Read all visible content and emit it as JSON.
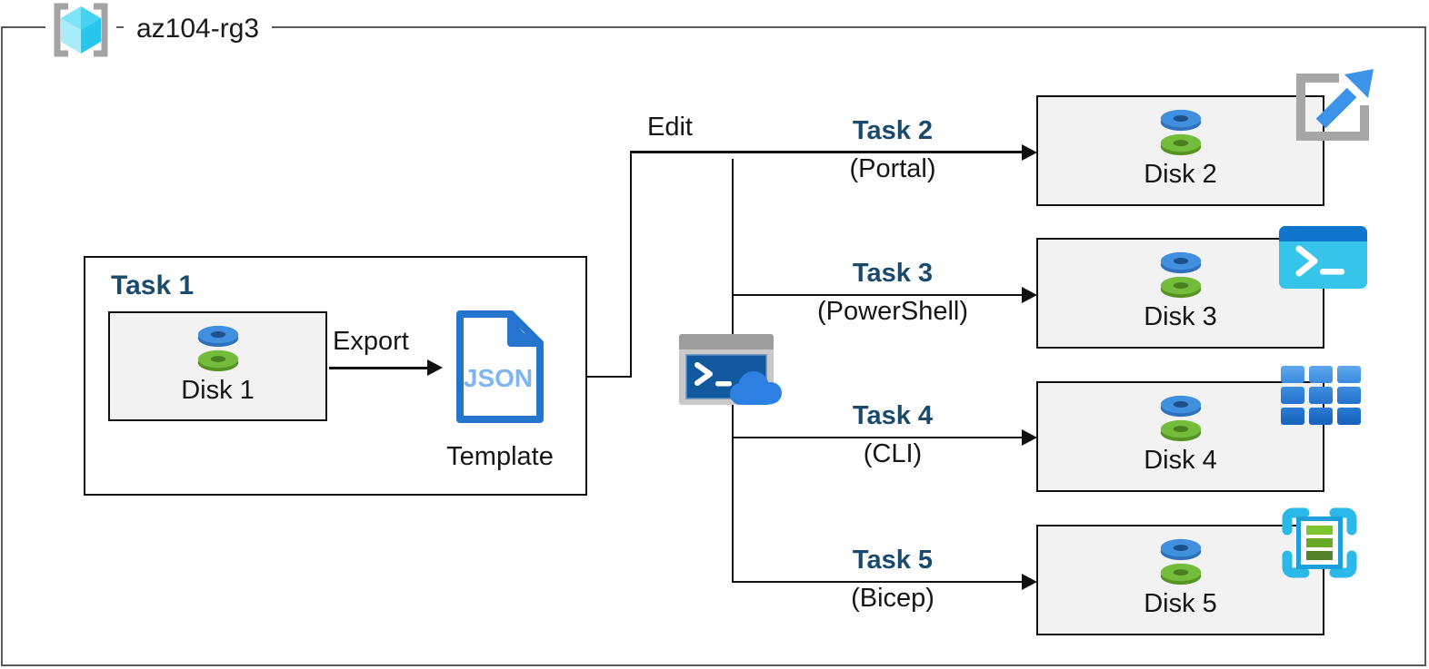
{
  "resource_group": {
    "name": "az104-rg3"
  },
  "task1": {
    "title": "Task 1",
    "disk_label": "Disk 1",
    "export_label": "Export",
    "json_badge": "JSON",
    "template_label": "Template"
  },
  "edit_label": "Edit",
  "branches": [
    {
      "task": "Task 2",
      "method": "(Portal)",
      "disk": "Disk 2",
      "tool_icon": "azure-portal-icon"
    },
    {
      "task": "Task 3",
      "method": "(PowerShell)",
      "disk": "Disk 3",
      "tool_icon": "powershell-icon"
    },
    {
      "task": "Task 4",
      "method": "(CLI)",
      "disk": "Disk 4",
      "tool_icon": "azure-cli-icon"
    },
    {
      "task": "Task 5",
      "method": "(Bicep)",
      "disk": "Disk 5",
      "tool_icon": "bicep-template-icon"
    }
  ],
  "center_icon": "cloud-shell-icon",
  "colors": {
    "task_label_blue": "#1a4a6d",
    "frame_gray": "#595959",
    "card_fill": "#f2f2f2",
    "connector_black": "#111111",
    "azure_blue": "#2575cf",
    "json_text_blue": "#7fb5f0",
    "cyan_accent": "#35c3ea",
    "disk_blue": "#4190e0",
    "disk_green": "#74bc3b"
  }
}
